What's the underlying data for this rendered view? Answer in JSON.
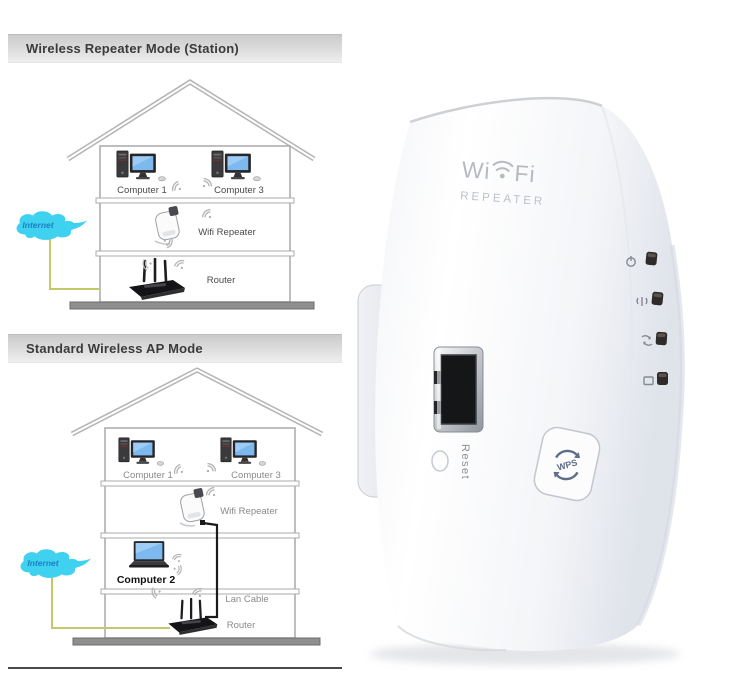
{
  "left_panel": {
    "section1": {
      "title": "Wireless Repeater Mode (Station)",
      "internet_label": "Internet",
      "computer1": "Computer 1",
      "computer3": "Computer 3",
      "wifi_repeater": "Wifi Repeater",
      "router": "Router"
    },
    "section2": {
      "title": "Standard Wireless AP Mode",
      "internet_label": "Internet",
      "computer1": "Computer 1",
      "computer3": "Computer 3",
      "wifi_repeater": "Wifi Repeater",
      "computer2": "Computer 2",
      "lan_cable": "Lan Cable",
      "router": "Router"
    }
  },
  "product": {
    "logo": {
      "wi": "Wi",
      "fi": "Fi",
      "subtitle": "REPEATER"
    },
    "reset_label": "Reset",
    "wps_label": "WPS",
    "led_icons": [
      "power-icon",
      "wifi-icon",
      "repeat-icon",
      "lan-icon"
    ]
  },
  "colors": {
    "cloud": "#3ed1f0",
    "cloud_text": "#1d7fc4",
    "green_cable": "#c3c96a",
    "lan_cable": "#1a1a1a",
    "header_text": "#3b3b3b",
    "screen_blue": "#7cb9ef",
    "led_body": "#2e2b29",
    "logo_gray": "#b6bac3"
  }
}
